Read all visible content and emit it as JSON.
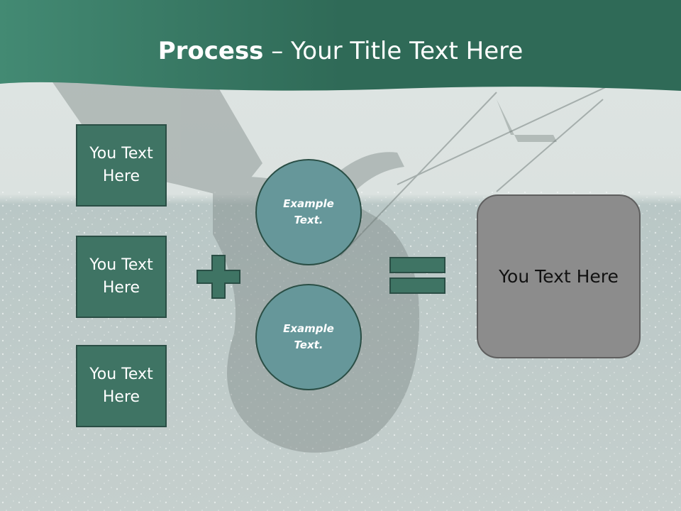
{
  "header": {
    "title_bold": "Process",
    "title_rest": " – Your Title Text Here"
  },
  "boxes": [
    {
      "line1": "You Text",
      "line2": "Here"
    },
    {
      "line1": "You Text",
      "line2": "Here"
    },
    {
      "line1": "You Text",
      "line2": "Here"
    }
  ],
  "circles": [
    {
      "line1": "Example",
      "line2": "Text."
    },
    {
      "line1": "Example",
      "line2": "Text."
    }
  ],
  "result": {
    "text": "You Text Here"
  },
  "operators": {
    "plus": "plus-icon",
    "equals": "equals-icon"
  },
  "colors": {
    "header": "#3d7a66",
    "box": "#3f7464",
    "circle": "#66979a",
    "result": "#8c8c8c"
  }
}
